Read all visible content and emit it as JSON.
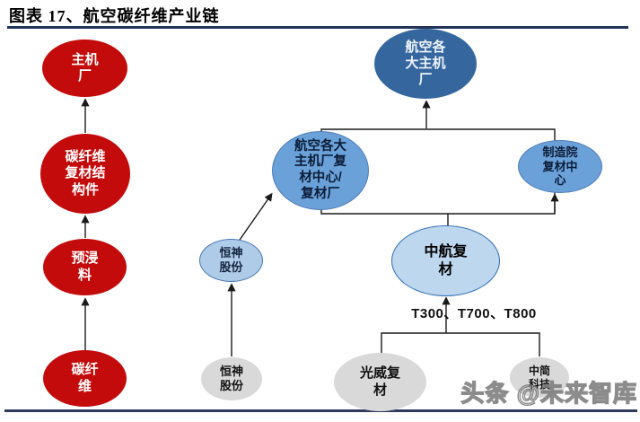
{
  "figure": {
    "title": "图表 17、航空碳纤维产业链",
    "watermark": "头条 @未来智库",
    "grades_label": "T300、T700、T800"
  },
  "nodes": {
    "host_plant": "主机\n厂",
    "cf_composite_parts": "碳纤维\n复材结\n构件",
    "prepreg": "预浸\n料",
    "carbon_fiber": "碳纤\n维",
    "aviation_host_plants": "航空各\n大主机\n厂",
    "host_composite_center": "航空各大\n主机厂复\n材中心/\n复材厂",
    "mfg_institute_center": "制造院\n复材中\n心",
    "avic_composite": "中航复\n材",
    "hengshen_midstream": "恒神\n股份",
    "hengshen": "恒神\n股份",
    "guangwei": "光威复\n材",
    "zhongjian": "中简\n科技"
  },
  "colors": {
    "red_node": "#c30b0b",
    "dark_blue_node": "#35679e",
    "mid_blue_node": "#6ba1d9",
    "pale_blue_node": "#bdd7ee",
    "light_blue_node": "#aecbe8",
    "gray_node": "#d9d9d9",
    "rule_navy": "#22345a",
    "connector_line": "#1a1a1a"
  }
}
